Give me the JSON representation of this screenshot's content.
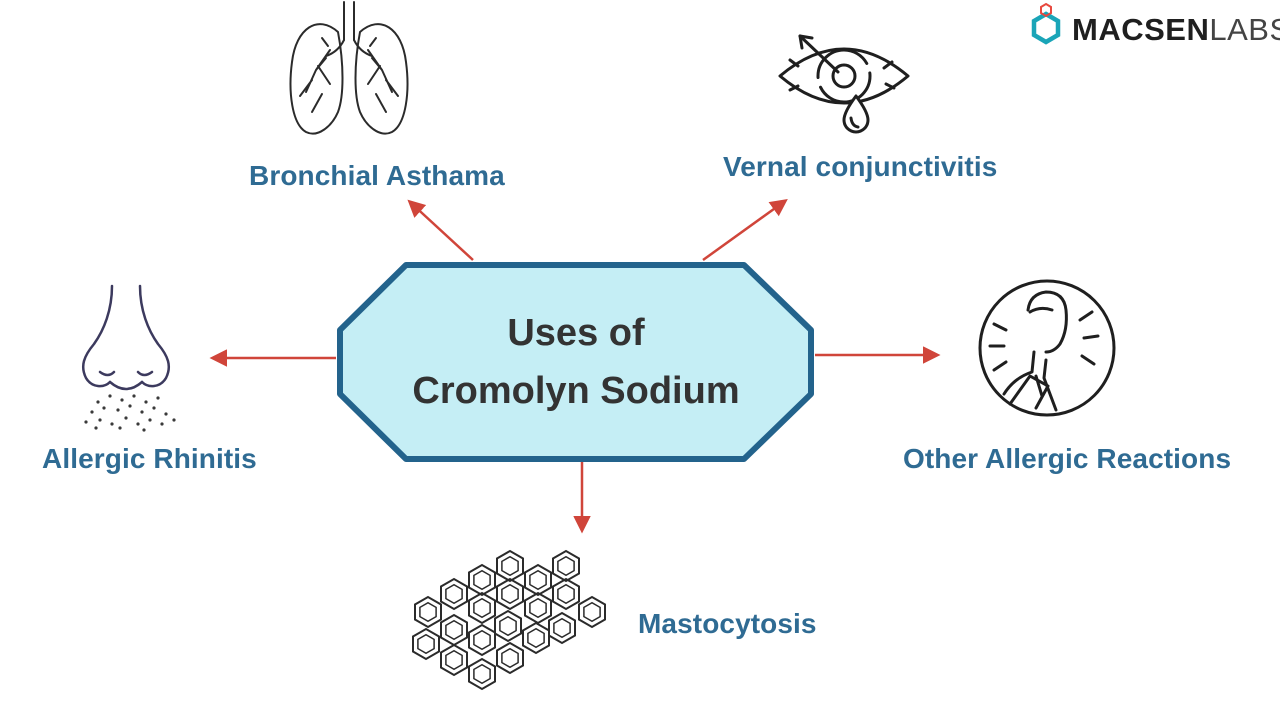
{
  "center": {
    "line1": "Uses of",
    "line2": "Cromolyn Sodium"
  },
  "uses": {
    "bronchial_asthma": "Bronchial Asthama",
    "vernal_conjunctivitis": "Vernal conjunctivitis",
    "allergic_rhinitis": "Allergic Rhinitis",
    "other_allergic_reactions": "Other Allergic Reactions",
    "mastocytosis": "Mastocytosis"
  },
  "logo": {
    "brand_bold": "MACSEN",
    "brand_light": "LABS"
  },
  "icons": [
    "lungs-icon",
    "eye-drop-icon",
    "nose-icon",
    "sneezing-person-icon",
    "cell-cluster-icon",
    "hexagon-logo-icon"
  ],
  "colors": {
    "label": "#2f6b93",
    "arrow": "#d0453a",
    "center_fill": "#c5eef5",
    "center_stroke": "#23638c",
    "logo_teal": "#1aa5b8",
    "logo_red": "#e8493f"
  }
}
